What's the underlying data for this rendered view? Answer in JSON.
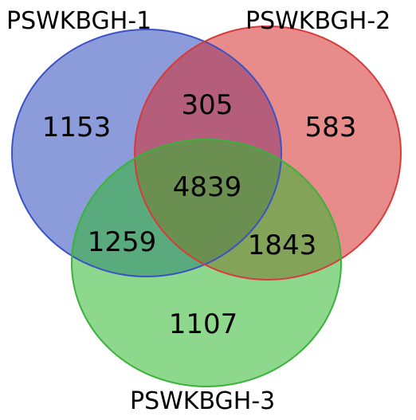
{
  "sets": [
    {
      "id": "a",
      "name": "PSWKBGH-1",
      "fill": "#2e4bbd",
      "stroke": "#3a52c4"
    },
    {
      "id": "b",
      "name": "PSWKBGH-2",
      "fill": "#d62c2c",
      "stroke": "#d83a3a"
    },
    {
      "id": "c",
      "name": "PSWKBGH-3",
      "fill": "#2fb82f",
      "stroke": "#3bb23b"
    }
  ],
  "regions": {
    "a_only": "1153",
    "b_only": "583",
    "c_only": "1107",
    "ab": "305",
    "ac": "1259",
    "bc": "1843",
    "abc": "4839"
  }
}
